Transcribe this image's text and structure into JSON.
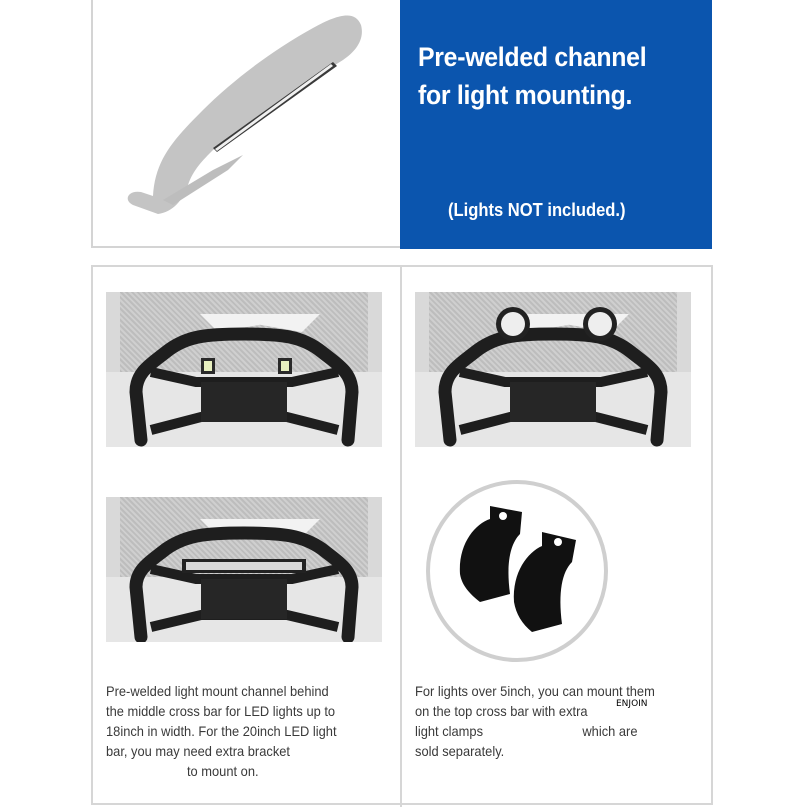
{
  "banner": {
    "headline_line1": "Pre-welded channel",
    "headline_line2": "for light mounting.",
    "note": "(Lights NOT included.)",
    "background_color": "#0b55ae",
    "text_color": "#ffffff"
  },
  "images": {
    "top_left": "bull-bar-render-gray",
    "panel_1": "bull-bar-with-two-cube-lights",
    "panel_2": "bull-bar-with-two-round-lights-on-top",
    "panel_3": "bull-bar-with-led-light-bar",
    "panel_4": "light-clamps-pair"
  },
  "captions": {
    "left": {
      "line1": "Pre-welded light mount channel behind",
      "line2": "the middle cross bar for LED lights up to",
      "line3": "18inch in width. For the 20inch LED light",
      "line4": "bar, you may need extra bracket",
      "line5": "to mount on."
    },
    "right": {
      "line1": "For lights over 5inch, you can mount them",
      "line2": "on the top cross bar with extra",
      "line3a": "light clamps",
      "line3b": "which are",
      "line4": "sold separately.",
      "brand_overlay": "ENJOIN"
    }
  }
}
